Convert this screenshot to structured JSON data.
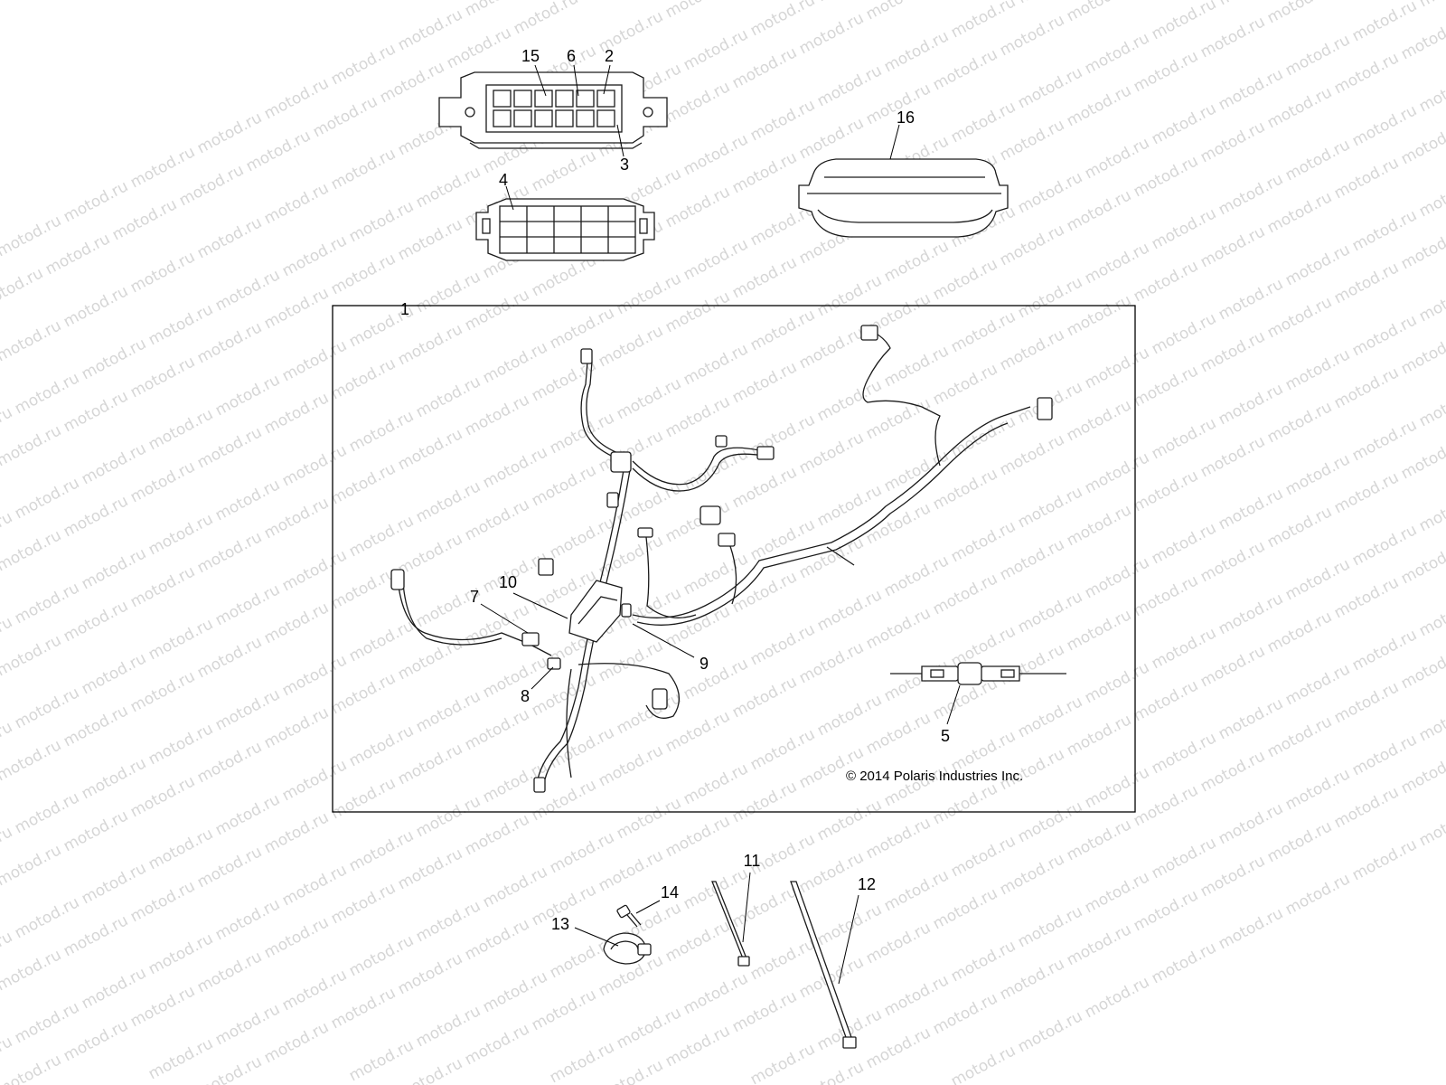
{
  "watermark": "motod.ru",
  "copyright": "© 2014 Polaris Industries Inc.",
  "callouts": {
    "c1": "1",
    "c2": "2",
    "c3": "3",
    "c4": "4",
    "c5": "5",
    "c6": "6",
    "c7": "7",
    "c8": "8",
    "c9": "9",
    "c10": "10",
    "c11": "11",
    "c12": "12",
    "c13": "13",
    "c14": "14",
    "c15": "15",
    "c16": "16"
  }
}
